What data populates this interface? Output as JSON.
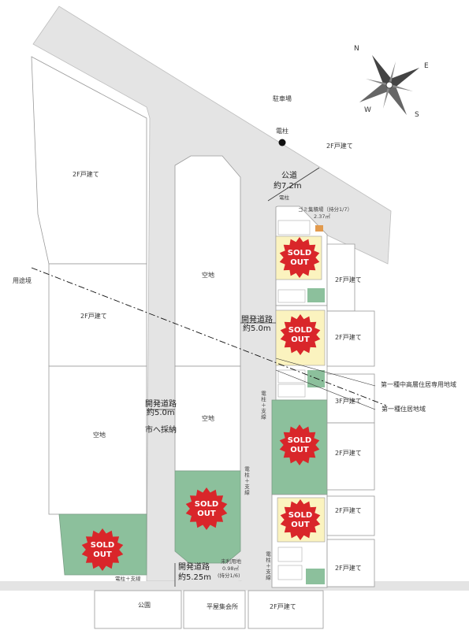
{
  "labels": {
    "parking": "駐車場",
    "pole": "電柱",
    "house_2f": "2F戸建て",
    "house_3f": "3F戸建て",
    "vacant": "空地",
    "public_road_title": "公道",
    "public_road_width": "約7.2m",
    "garbage_title": "ゴミ集積場（持分1/7）",
    "garbage_area": "2.37㎡",
    "zoning_boundary": "用途境",
    "dev_road_title": "開発道路",
    "dev_road_width_5": "約5.0m",
    "dev_road_width_525": "約5.25m",
    "city_adoption": "市へ採納",
    "pole_support": "電柱＋支線",
    "unused_title": "未利用地",
    "unused_area": "0.98㎡",
    "unused_share": "(持分1/6)",
    "zone_upper": "第一種中高層住居専用地域",
    "zone_lower": "第一種住居地域",
    "park": "公園",
    "assembly": "平屋集会所",
    "sold_line1": "SOLD",
    "sold_line2": "OUT"
  },
  "compass": {
    "n": "N",
    "e": "E",
    "s": "S",
    "w": "W"
  },
  "colors": {
    "road": "#e4e4e4",
    "sold_green": "#8cc09c",
    "lot_yellow": "#fbf3bf",
    "sold_red": "#d9262a",
    "outline": "#9a9a9a"
  }
}
